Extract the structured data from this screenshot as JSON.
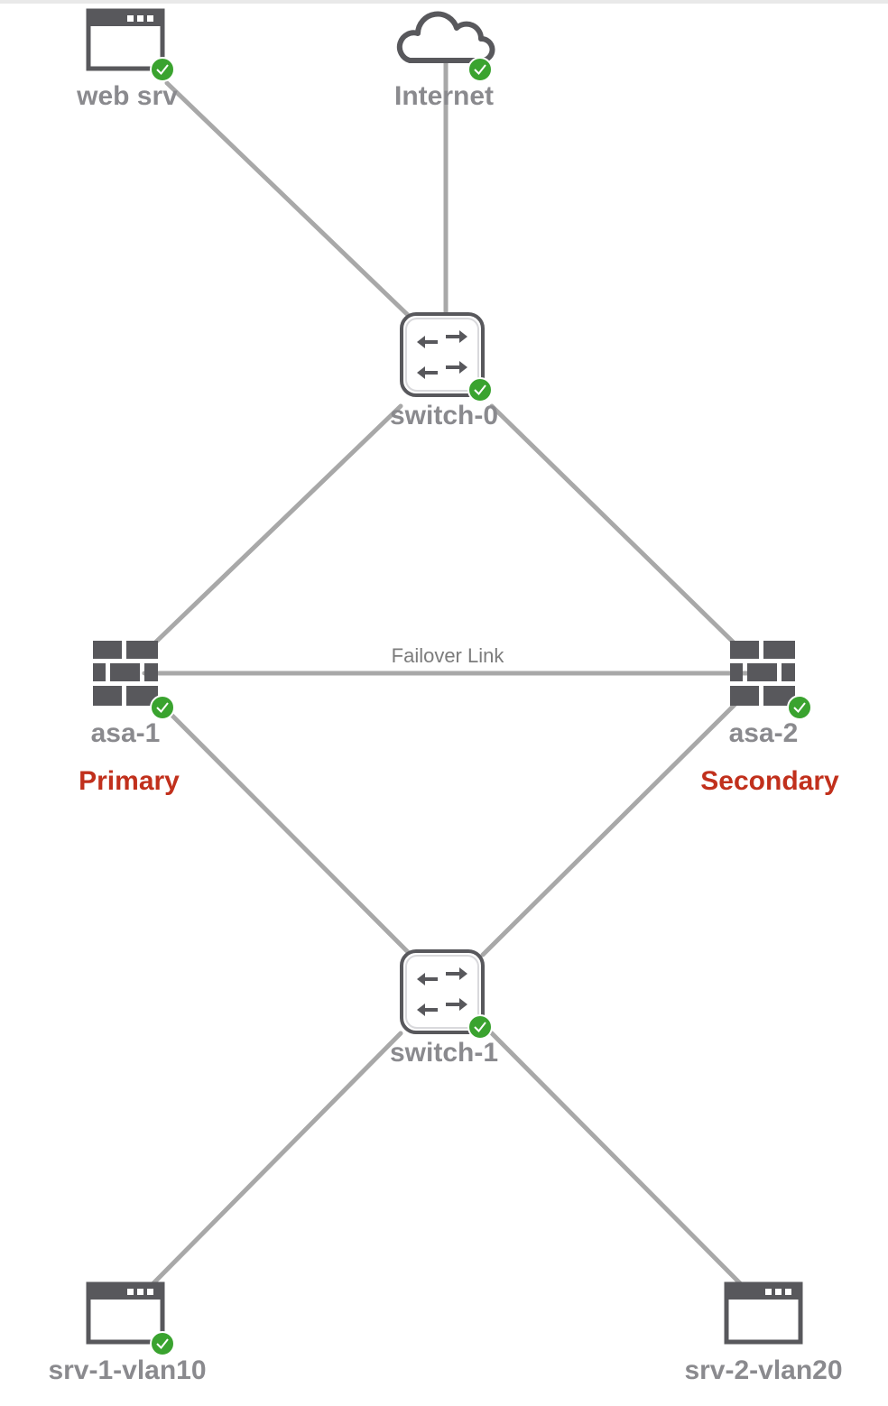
{
  "colors": {
    "link": "#a8a8a8",
    "icon": "#58585c",
    "status_ok": "#3aa32f",
    "role": "#c1301c",
    "label": "#8a8a8e"
  },
  "nodes": {
    "web_srv": {
      "label": "web srv",
      "icon": "server-icon",
      "status": "ok"
    },
    "internet": {
      "label": "Internet",
      "icon": "cloud-icon",
      "status": "ok"
    },
    "switch_0": {
      "label": "switch-0",
      "icon": "switch-icon",
      "status": "ok"
    },
    "asa_1": {
      "label": "asa-1",
      "icon": "firewall-icon",
      "status": "ok",
      "role": "Primary"
    },
    "asa_2": {
      "label": "asa-2",
      "icon": "firewall-icon",
      "status": "ok",
      "role": "Secondary"
    },
    "switch_1": {
      "label": "switch-1",
      "icon": "switch-icon",
      "status": "ok"
    },
    "srv_1": {
      "label": "srv-1-vlan10",
      "icon": "server-icon",
      "status": "ok"
    },
    "srv_2": {
      "label": "srv-2-vlan20",
      "icon": "server-icon",
      "status": "none"
    }
  },
  "links": [
    {
      "from": "web_srv",
      "to": "switch_0",
      "label": ""
    },
    {
      "from": "internet",
      "to": "switch_0",
      "label": ""
    },
    {
      "from": "switch_0",
      "to": "asa_1",
      "label": ""
    },
    {
      "from": "switch_0",
      "to": "asa_2",
      "label": ""
    },
    {
      "from": "asa_1",
      "to": "asa_2",
      "label": "Failover Link"
    },
    {
      "from": "asa_1",
      "to": "switch_1",
      "label": ""
    },
    {
      "from": "asa_2",
      "to": "switch_1",
      "label": ""
    },
    {
      "from": "switch_1",
      "to": "srv_1",
      "label": ""
    },
    {
      "from": "switch_1",
      "to": "srv_2",
      "label": ""
    }
  ]
}
